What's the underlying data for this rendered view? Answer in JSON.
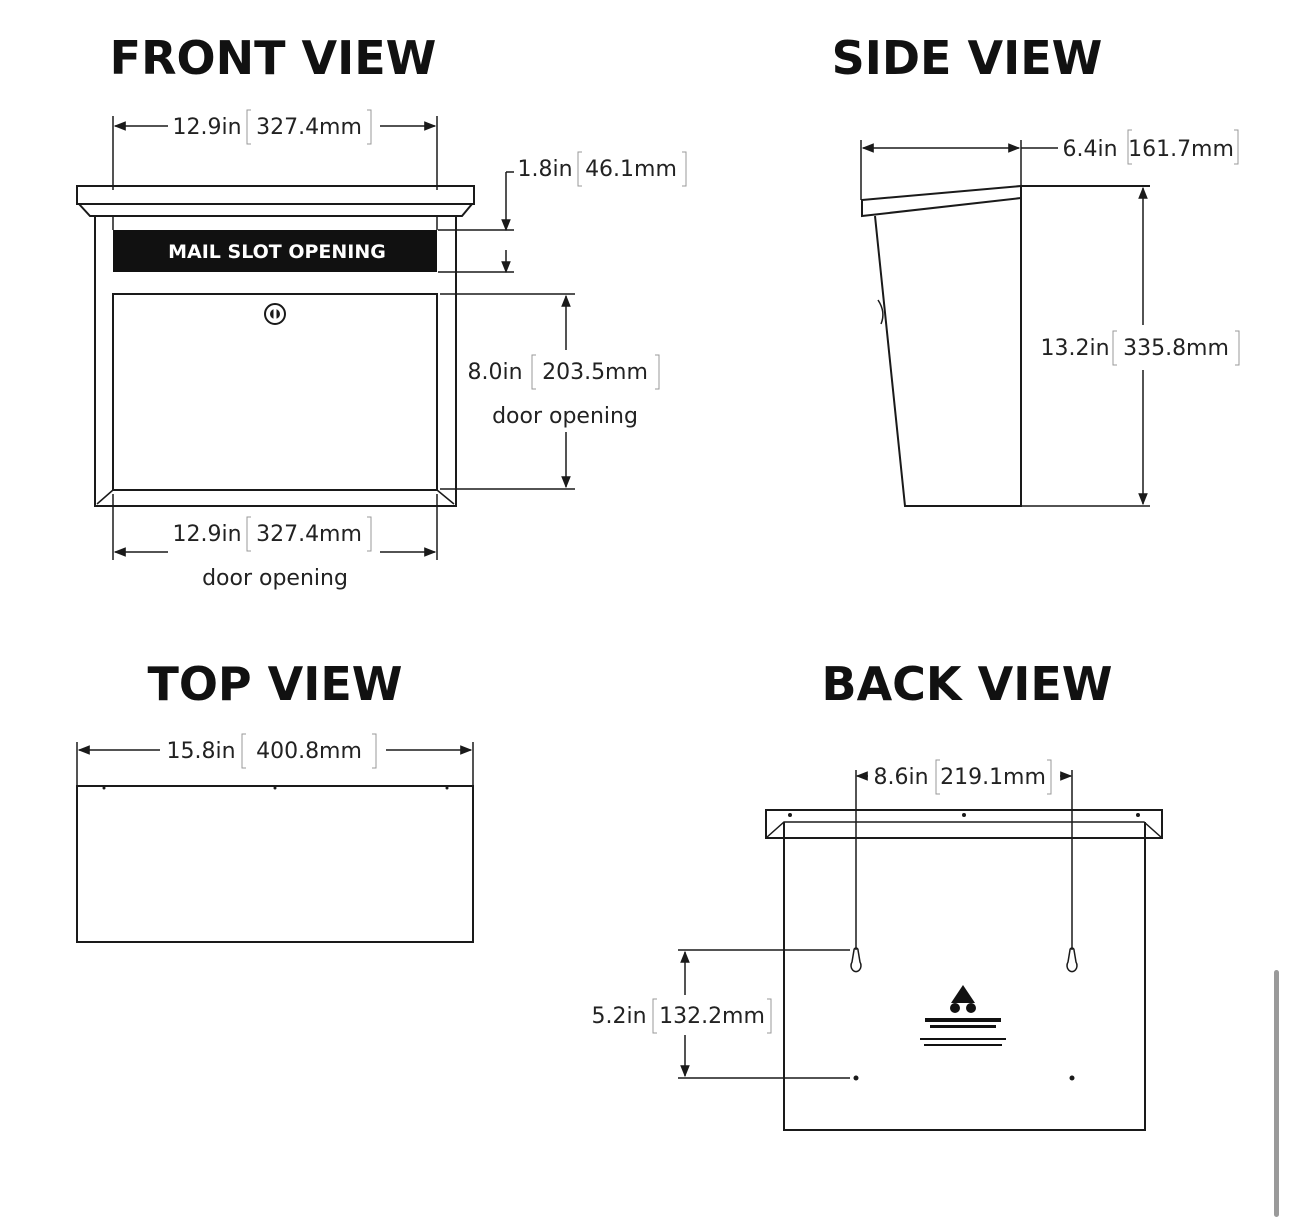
{
  "front_view": {
    "title": "FRONT VIEW",
    "top_width": {
      "in": "12.9in",
      "mm": "327.4mm"
    },
    "lid": {
      "in": "1.8in",
      "mm": "46.1mm"
    },
    "slot_label": "MAIL SLOT OPENING",
    "door_height": {
      "in": "8.0in",
      "mm": "203.5mm",
      "note": "door opening"
    },
    "door_width": {
      "in": "12.9in",
      "mm": "327.4mm",
      "note": "door opening"
    }
  },
  "side_view": {
    "title": "SIDE VIEW",
    "depth": {
      "in": "6.4in",
      "mm": "161.7mm"
    },
    "height": {
      "in": "13.2in",
      "mm": "335.8mm"
    }
  },
  "top_view": {
    "title": "TOP VIEW",
    "width": {
      "in": "15.8in",
      "mm": "400.8mm"
    }
  },
  "back_view": {
    "title": "BACK VIEW",
    "hole_spacing": {
      "in": "8.6in",
      "mm": "219.1mm"
    },
    "hole_height": {
      "in": "5.2in",
      "mm": "132.2mm"
    }
  },
  "colors": {
    "line": "#1a1a1a",
    "slot_fill": "#111111",
    "background": "#ffffff"
  }
}
